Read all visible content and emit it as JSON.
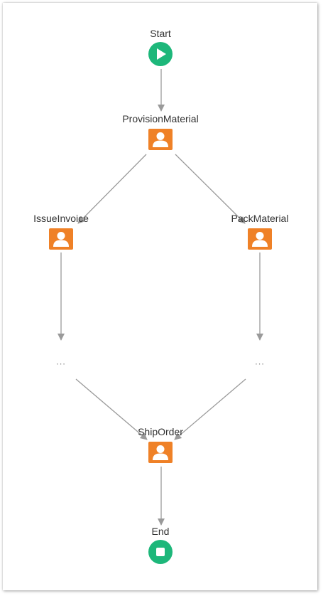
{
  "colors": {
    "event": "#1db77a",
    "task": "#ef8127",
    "edge": "#9a9a9a",
    "text": "#333333"
  },
  "nodes": {
    "start": {
      "label": "Start",
      "icon": "play-icon"
    },
    "provision_material": {
      "label": "ProvisionMaterial",
      "icon": "user-icon"
    },
    "issue_invoice": {
      "label": "IssueInvoice",
      "icon": "user-icon"
    },
    "pack_material": {
      "label": "PackMaterial",
      "icon": "user-icon"
    },
    "ellipsis_left": {
      "label": "..."
    },
    "ellipsis_right": {
      "label": "..."
    },
    "ship_order": {
      "label": "ShipOrder",
      "icon": "user-icon"
    },
    "end": {
      "label": "End",
      "icon": "stop-icon"
    }
  },
  "edges": [
    {
      "from": "start",
      "to": "provision_material"
    },
    {
      "from": "provision_material",
      "to": "issue_invoice"
    },
    {
      "from": "provision_material",
      "to": "pack_material"
    },
    {
      "from": "issue_invoice",
      "to": "ellipsis_left"
    },
    {
      "from": "pack_material",
      "to": "ellipsis_right"
    },
    {
      "from": "ellipsis_left",
      "to": "ship_order"
    },
    {
      "from": "ellipsis_right",
      "to": "ship_order"
    },
    {
      "from": "ship_order",
      "to": "end"
    }
  ]
}
